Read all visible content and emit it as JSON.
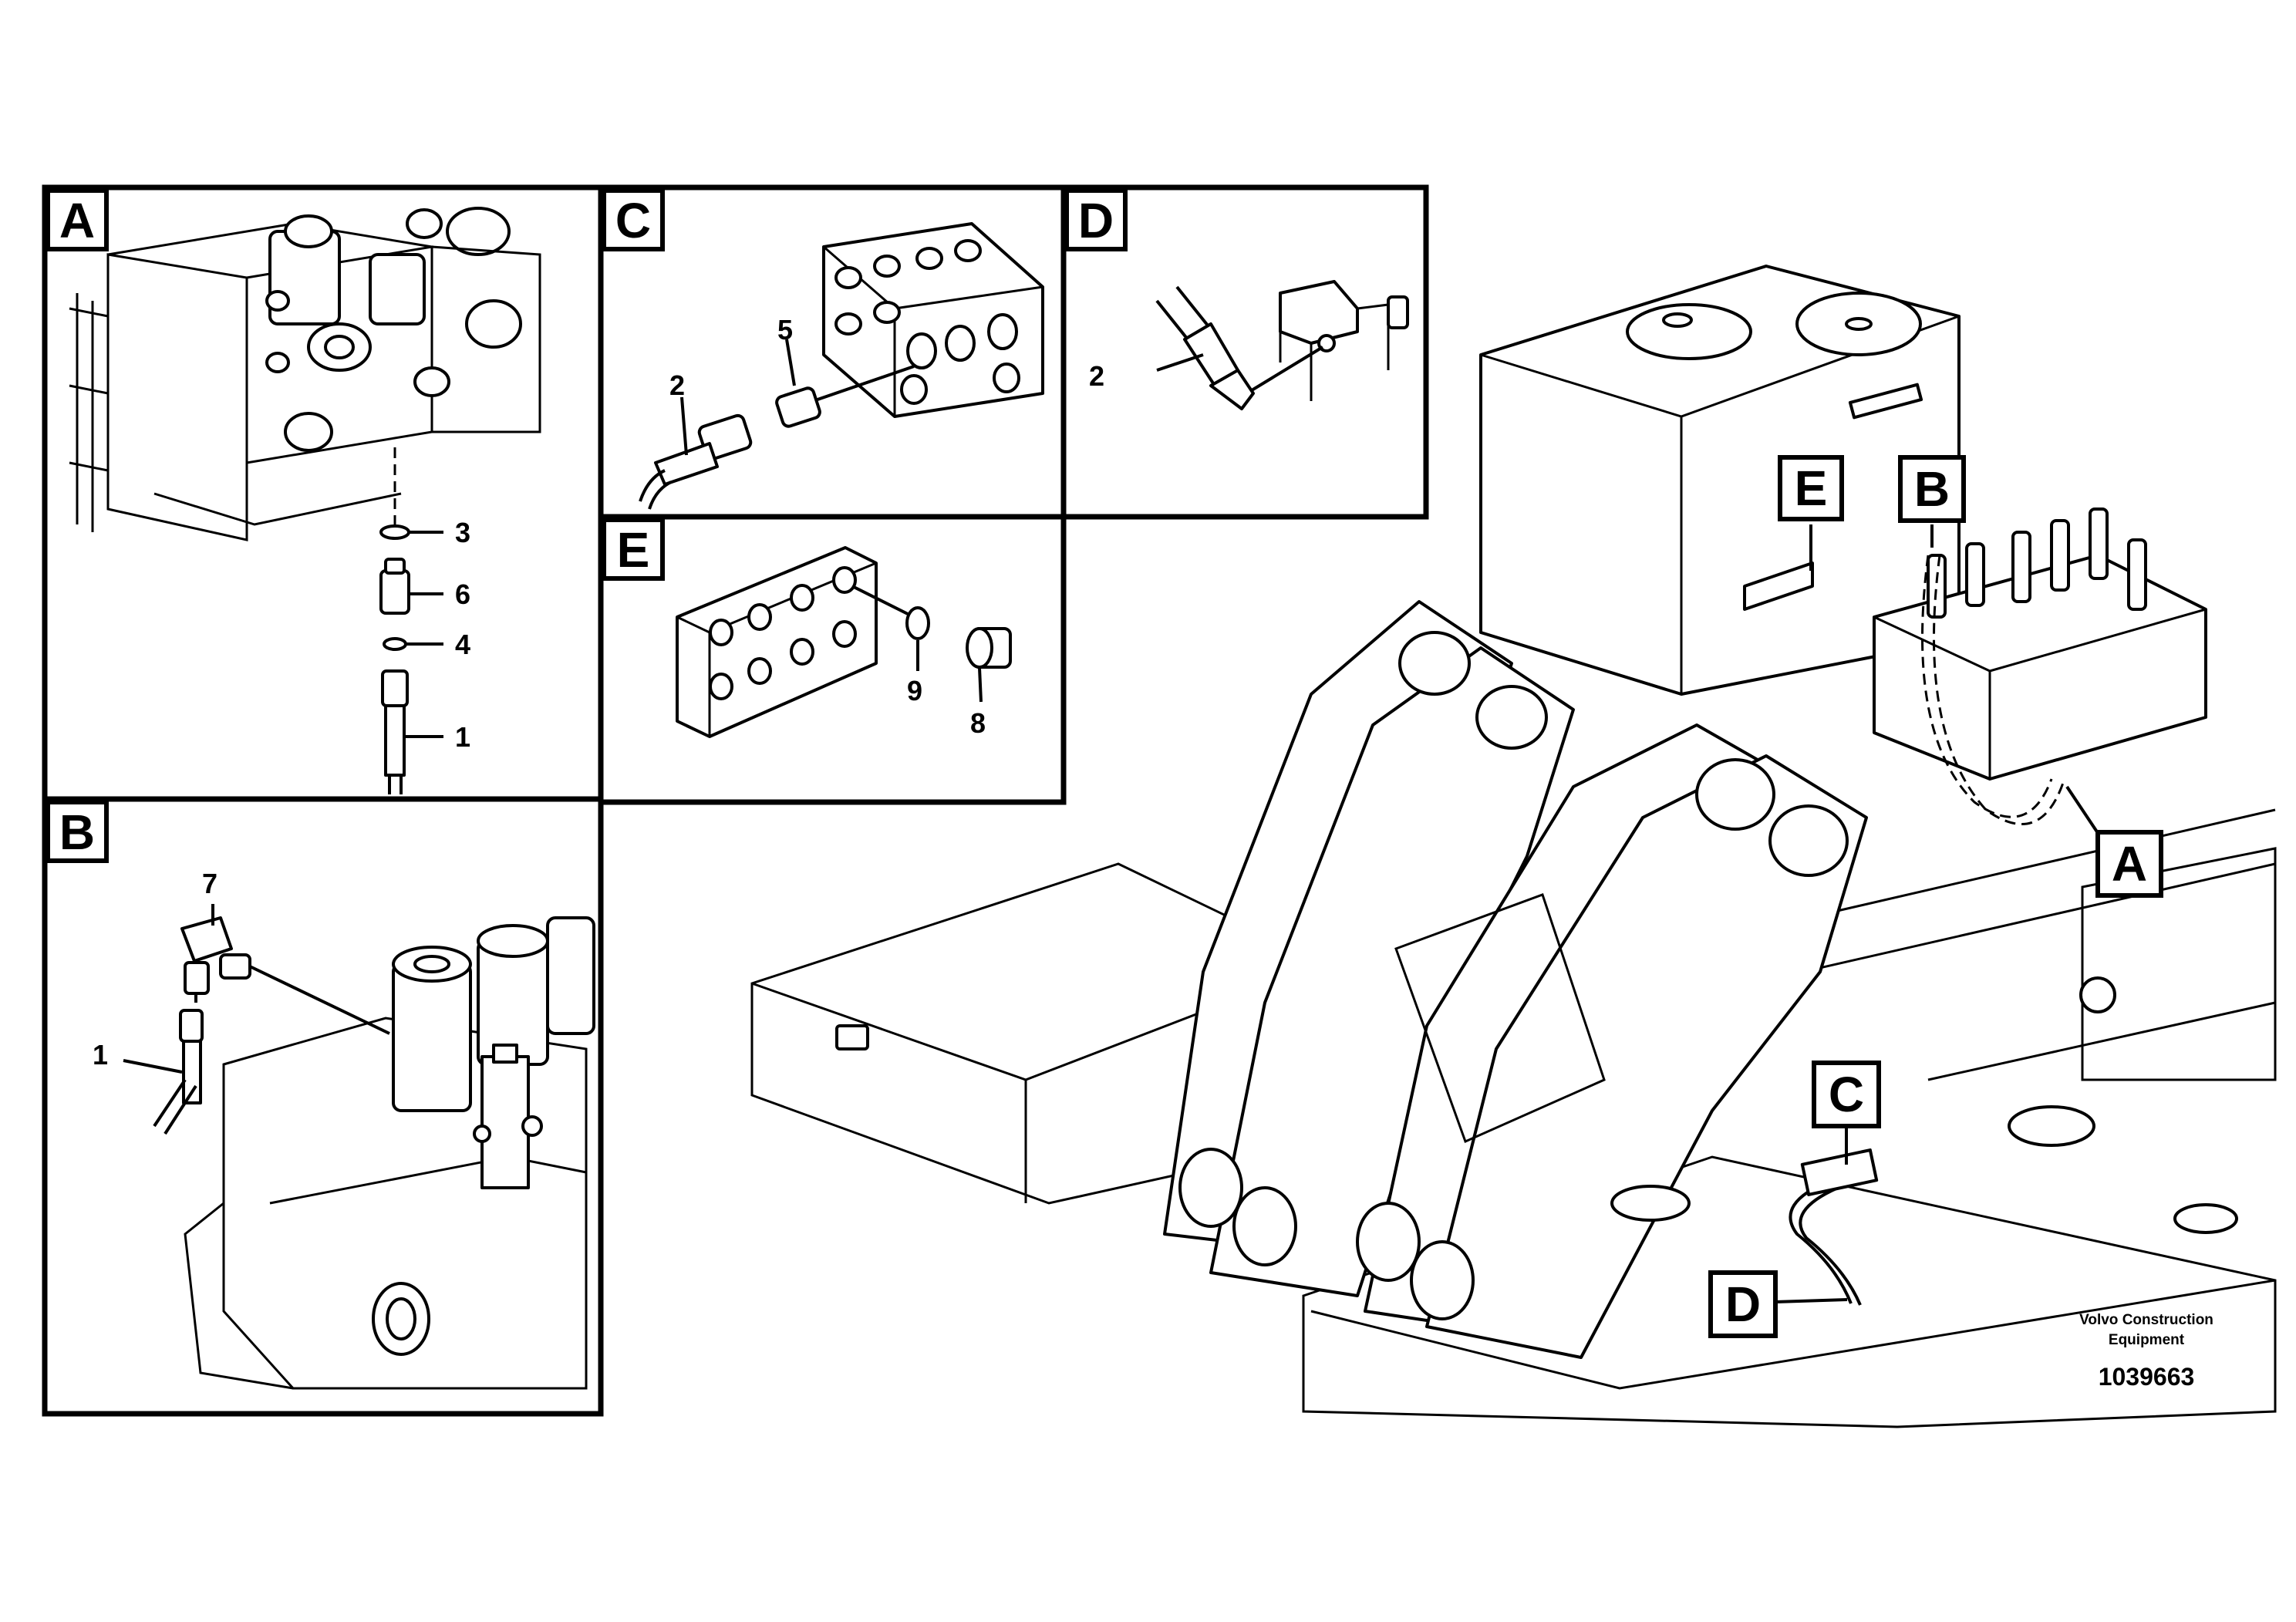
{
  "detail_views": [
    {
      "letter": "A",
      "parts": [
        "3",
        "6",
        "4",
        "1"
      ]
    },
    {
      "letter": "B",
      "parts": [
        "7",
        "1"
      ]
    },
    {
      "letter": "C",
      "parts": [
        "2",
        "5"
      ]
    },
    {
      "letter": "D",
      "parts": [
        "2"
      ]
    },
    {
      "letter": "E",
      "parts": [
        "9",
        "8"
      ]
    }
  ],
  "main_view_callouts": [
    "A",
    "B",
    "C",
    "D",
    "E"
  ],
  "footer": {
    "manufacturer_line1": "Volvo Construction",
    "manufacturer_line2": "Equipment",
    "document_number": "1039663"
  }
}
